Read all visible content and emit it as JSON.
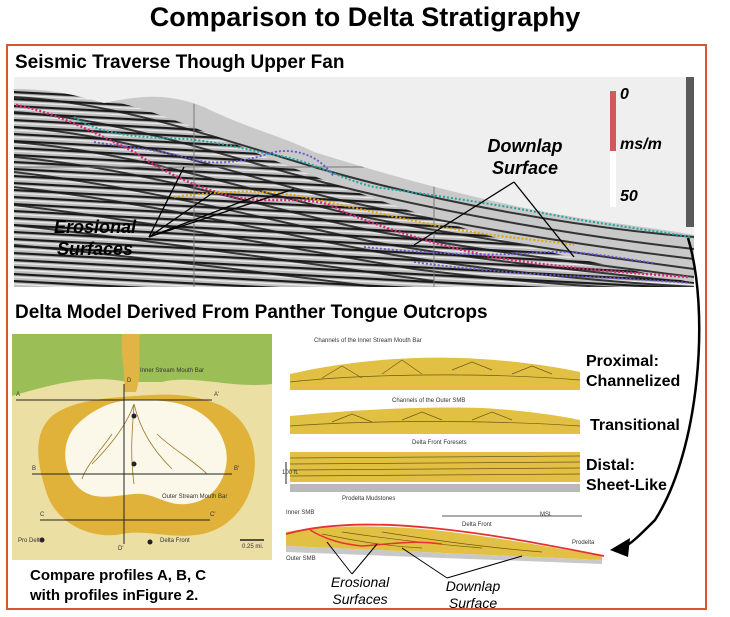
{
  "title": "Comparison to Delta Stratigraphy",
  "seismic": {
    "heading": "Seismic Traverse Though Upper Fan",
    "erosional_label": "Erosional Surfaces",
    "downlap_label": "Downlap Surface",
    "scale": {
      "top": "0",
      "unit": "ms/m",
      "bottom": "50"
    }
  },
  "delta": {
    "heading": "Delta Model Derived From Panther Tongue Outcrops",
    "map_labels": {
      "inner_mouth_bar": "Inner Stream Mouth Bar",
      "outer_mouth_bar": "Outer Stream Mouth Bar",
      "delta_front": "Delta Front",
      "pro_delta": "Pro Delta",
      "scale": "0.25 mi.",
      "a": "A",
      "a2": "A'",
      "b": "B",
      "b2": "B'",
      "c": "C",
      "c2": "C'",
      "d": "D",
      "d2": "D'"
    },
    "section_labels": {
      "channels_inner": "Channels of the Inner Stream Mouth Bar",
      "channels_outer": "Channels of the Outer SMB",
      "delta_front_foresets": "Delta Front Foresets",
      "prodelta_mudstones": "Prodelta Mudstones",
      "vertical_scale": "100 ft.",
      "inner_smb": "Inner SMB",
      "outer_smb": "Outer SMB",
      "delta_front": "Delta Front",
      "prodelta": "Prodelta",
      "msl": "MSL"
    },
    "rows": [
      {
        "label_1": "Proximal:",
        "label_2": "Channelized"
      },
      {
        "label_1": "Transitional",
        "label_2": ""
      },
      {
        "label_1": "Distal:",
        "label_2": "Sheet-Like"
      }
    ],
    "erosional_label": "Erosional Surfaces",
    "downlap_label": "Downlap Surface",
    "compare_line_1": "Compare profiles A, B, C",
    "compare_line_2": "with profiles inFigure 2."
  }
}
